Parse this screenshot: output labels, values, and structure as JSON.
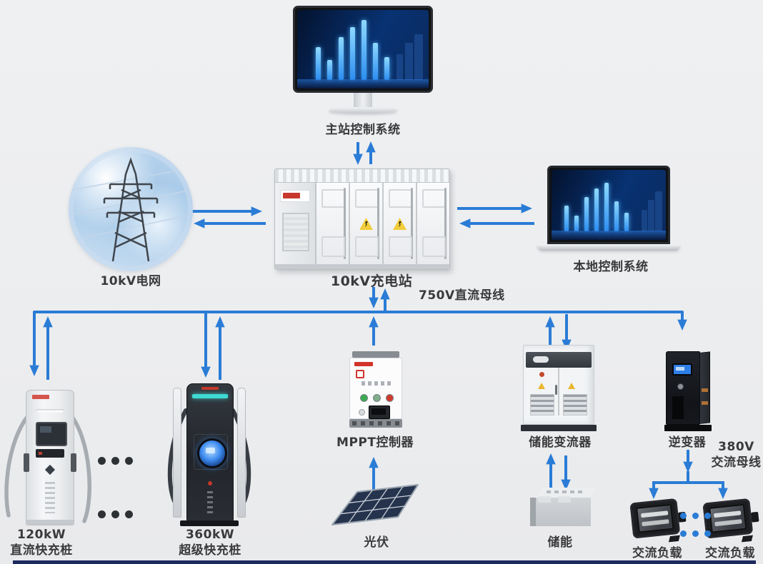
{
  "colors": {
    "arrow": "#2a7cd6",
    "label": "#3a3a3c",
    "warning_yellow": "#f2cd3a",
    "cyan_strip": "#3fd9d4",
    "bottom_strip": "#1d2a5e"
  },
  "labels": {
    "main_control": "主站控制系统",
    "grid": "10kV电网",
    "station": "10kV充电站",
    "local_control": "本地控制系统",
    "dc_bus": "750V直流母线",
    "charger120_l1": "120kW",
    "charger120_l2": "直流快充桩",
    "charger360_l1": "360kW",
    "charger360_l2": "超级快充桩",
    "mppt": "MPPT控制器",
    "pv": "光伏",
    "pcs": "储能变流器",
    "ess": "储能",
    "inverter": "逆变器",
    "ac_bus_l1": "380V",
    "ac_bus_l2": "交流母线",
    "ac_load_left": "交流负载",
    "ac_load_right": "交流负载"
  }
}
